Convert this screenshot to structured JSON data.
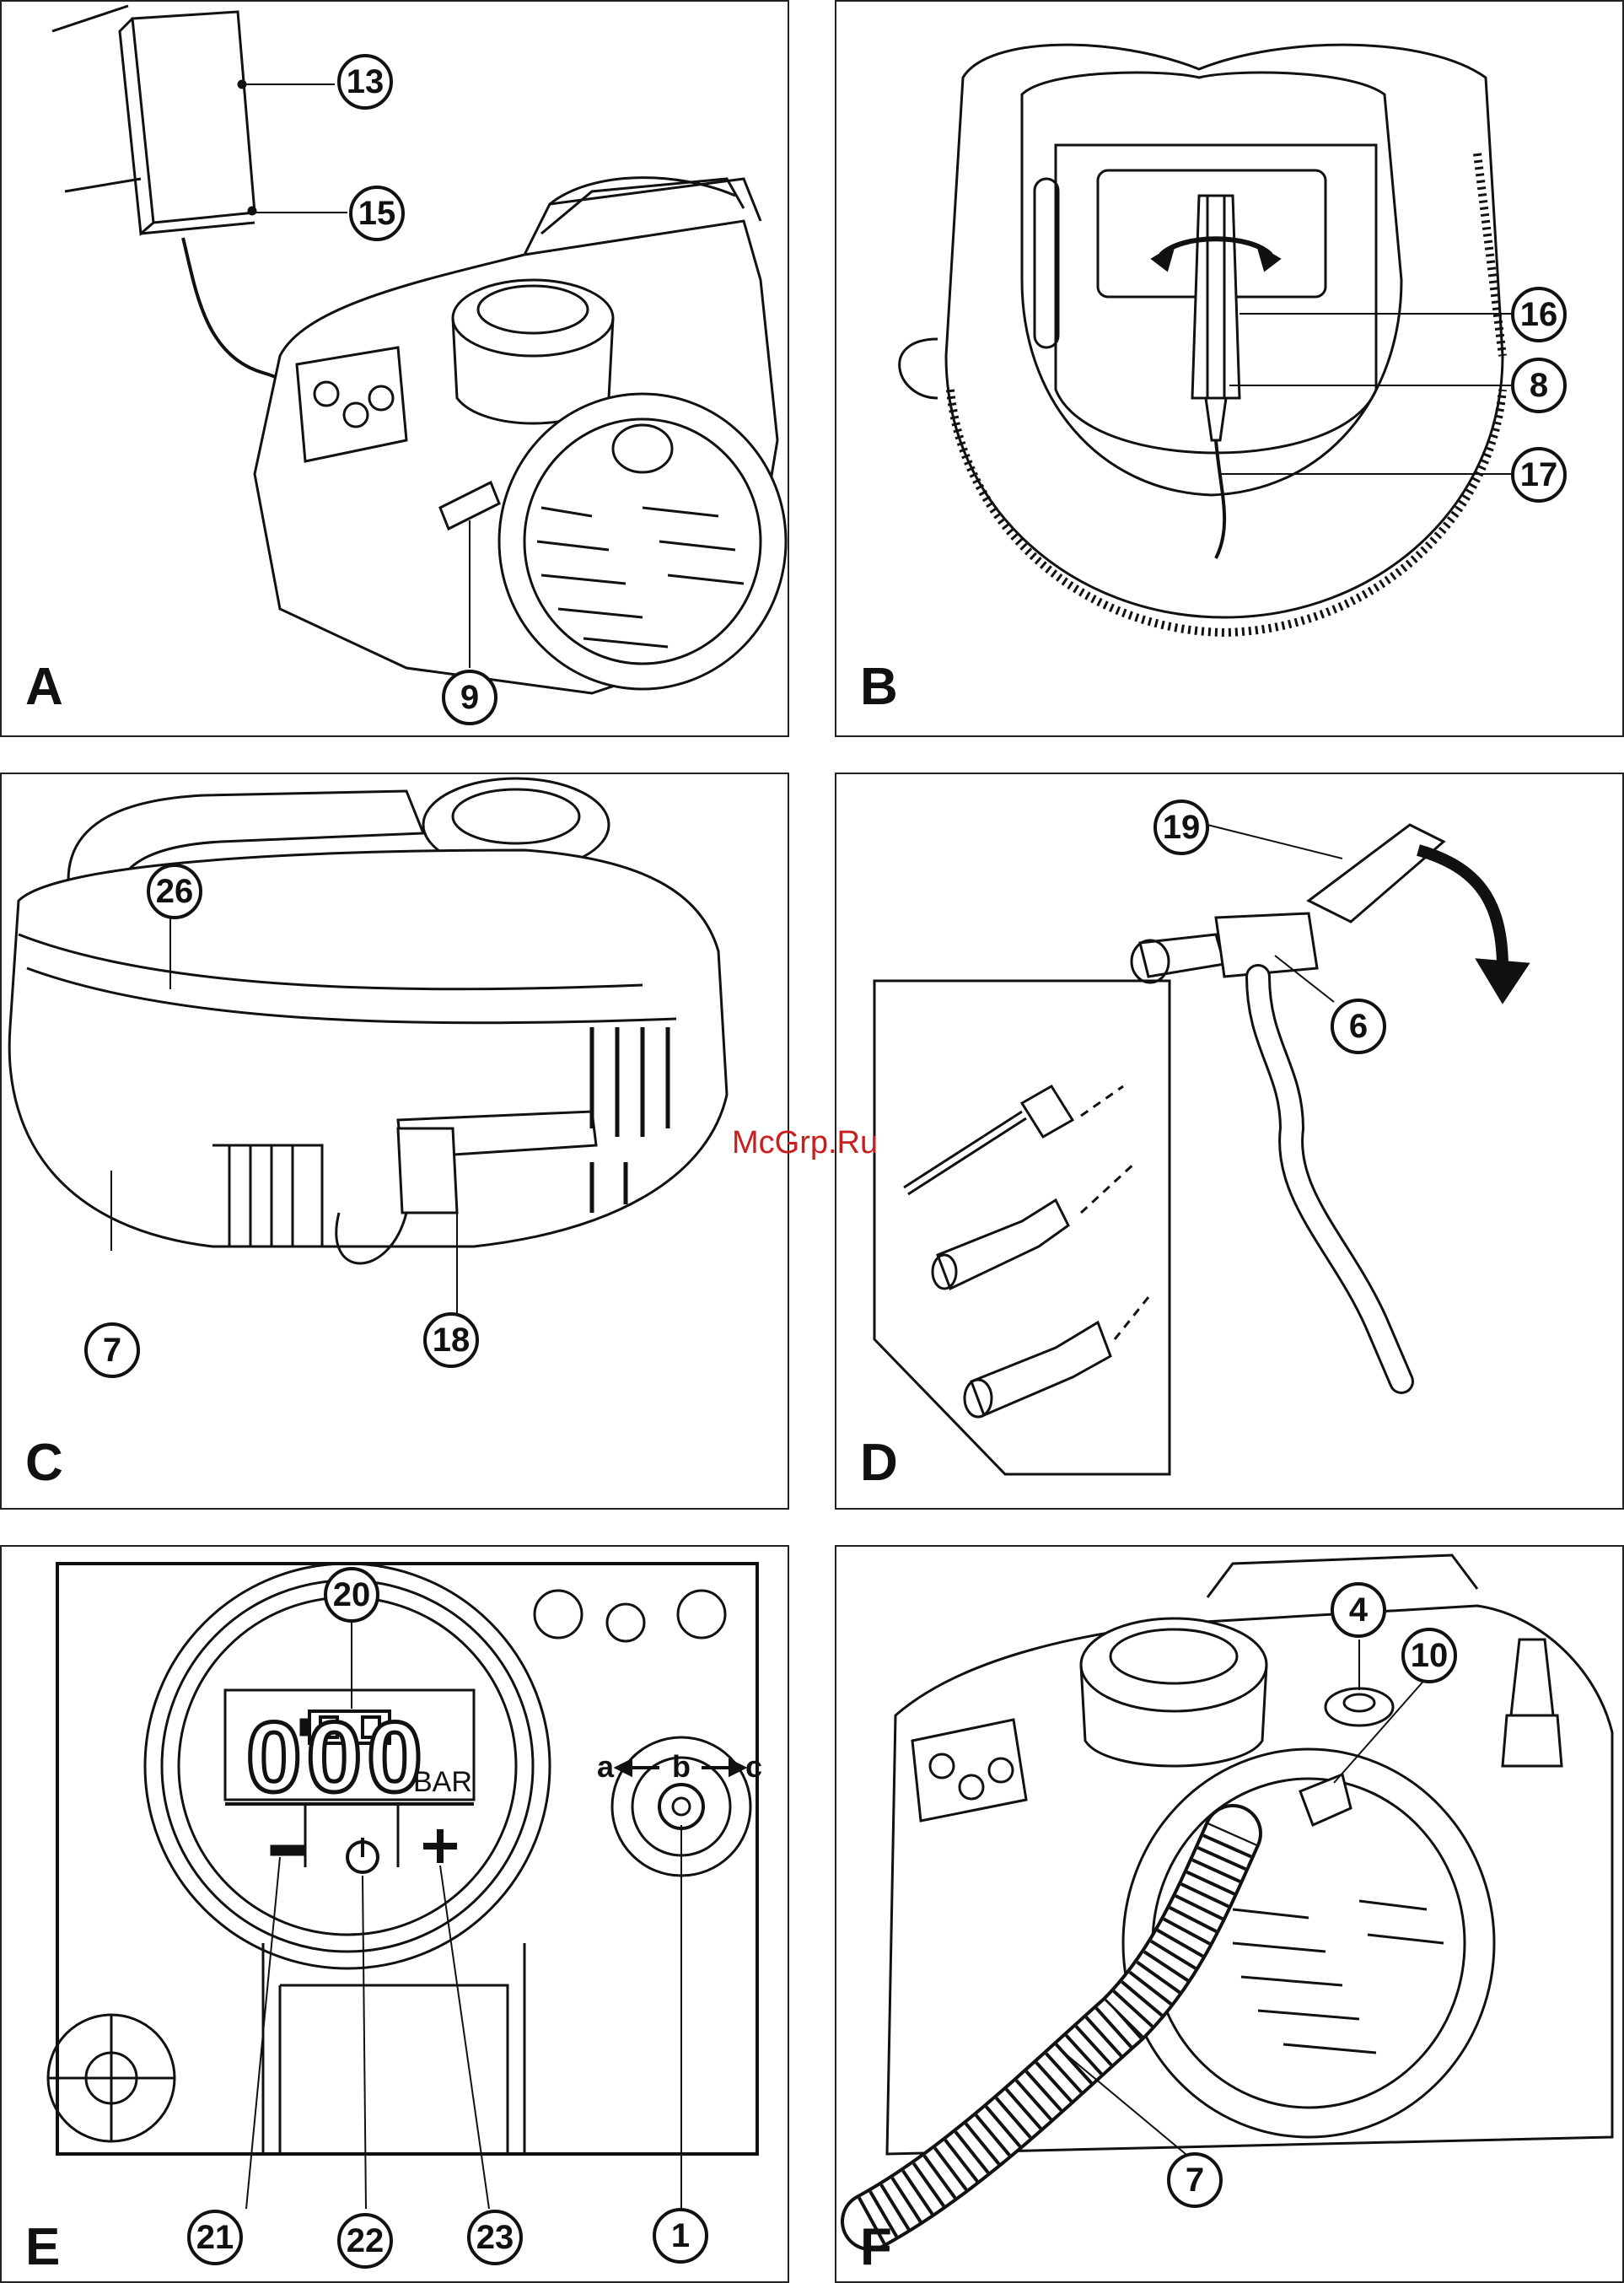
{
  "watermark": "McGrp.Ru",
  "panels": [
    {
      "letter": "A",
      "callouts": [
        "13",
        "15",
        "9"
      ]
    },
    {
      "letter": "B",
      "callouts": [
        "16",
        "8",
        "17"
      ]
    },
    {
      "letter": "C",
      "callouts": [
        "26",
        "7",
        "18"
      ]
    },
    {
      "letter": "D",
      "callouts": [
        "19",
        "6"
      ]
    },
    {
      "letter": "E",
      "callouts": [
        "20",
        "21",
        "22",
        "23",
        "1"
      ],
      "display": {
        "digits": "000",
        "unit": "BAR",
        "selector": {
          "a": "a",
          "b": "b",
          "c": "c"
        }
      }
    },
    {
      "letter": "F",
      "callouts": [
        "4",
        "10",
        "7"
      ]
    }
  ],
  "colors": {
    "ink": "#111111",
    "paper": "#ffffff",
    "watermark": "#c81e1e"
  }
}
